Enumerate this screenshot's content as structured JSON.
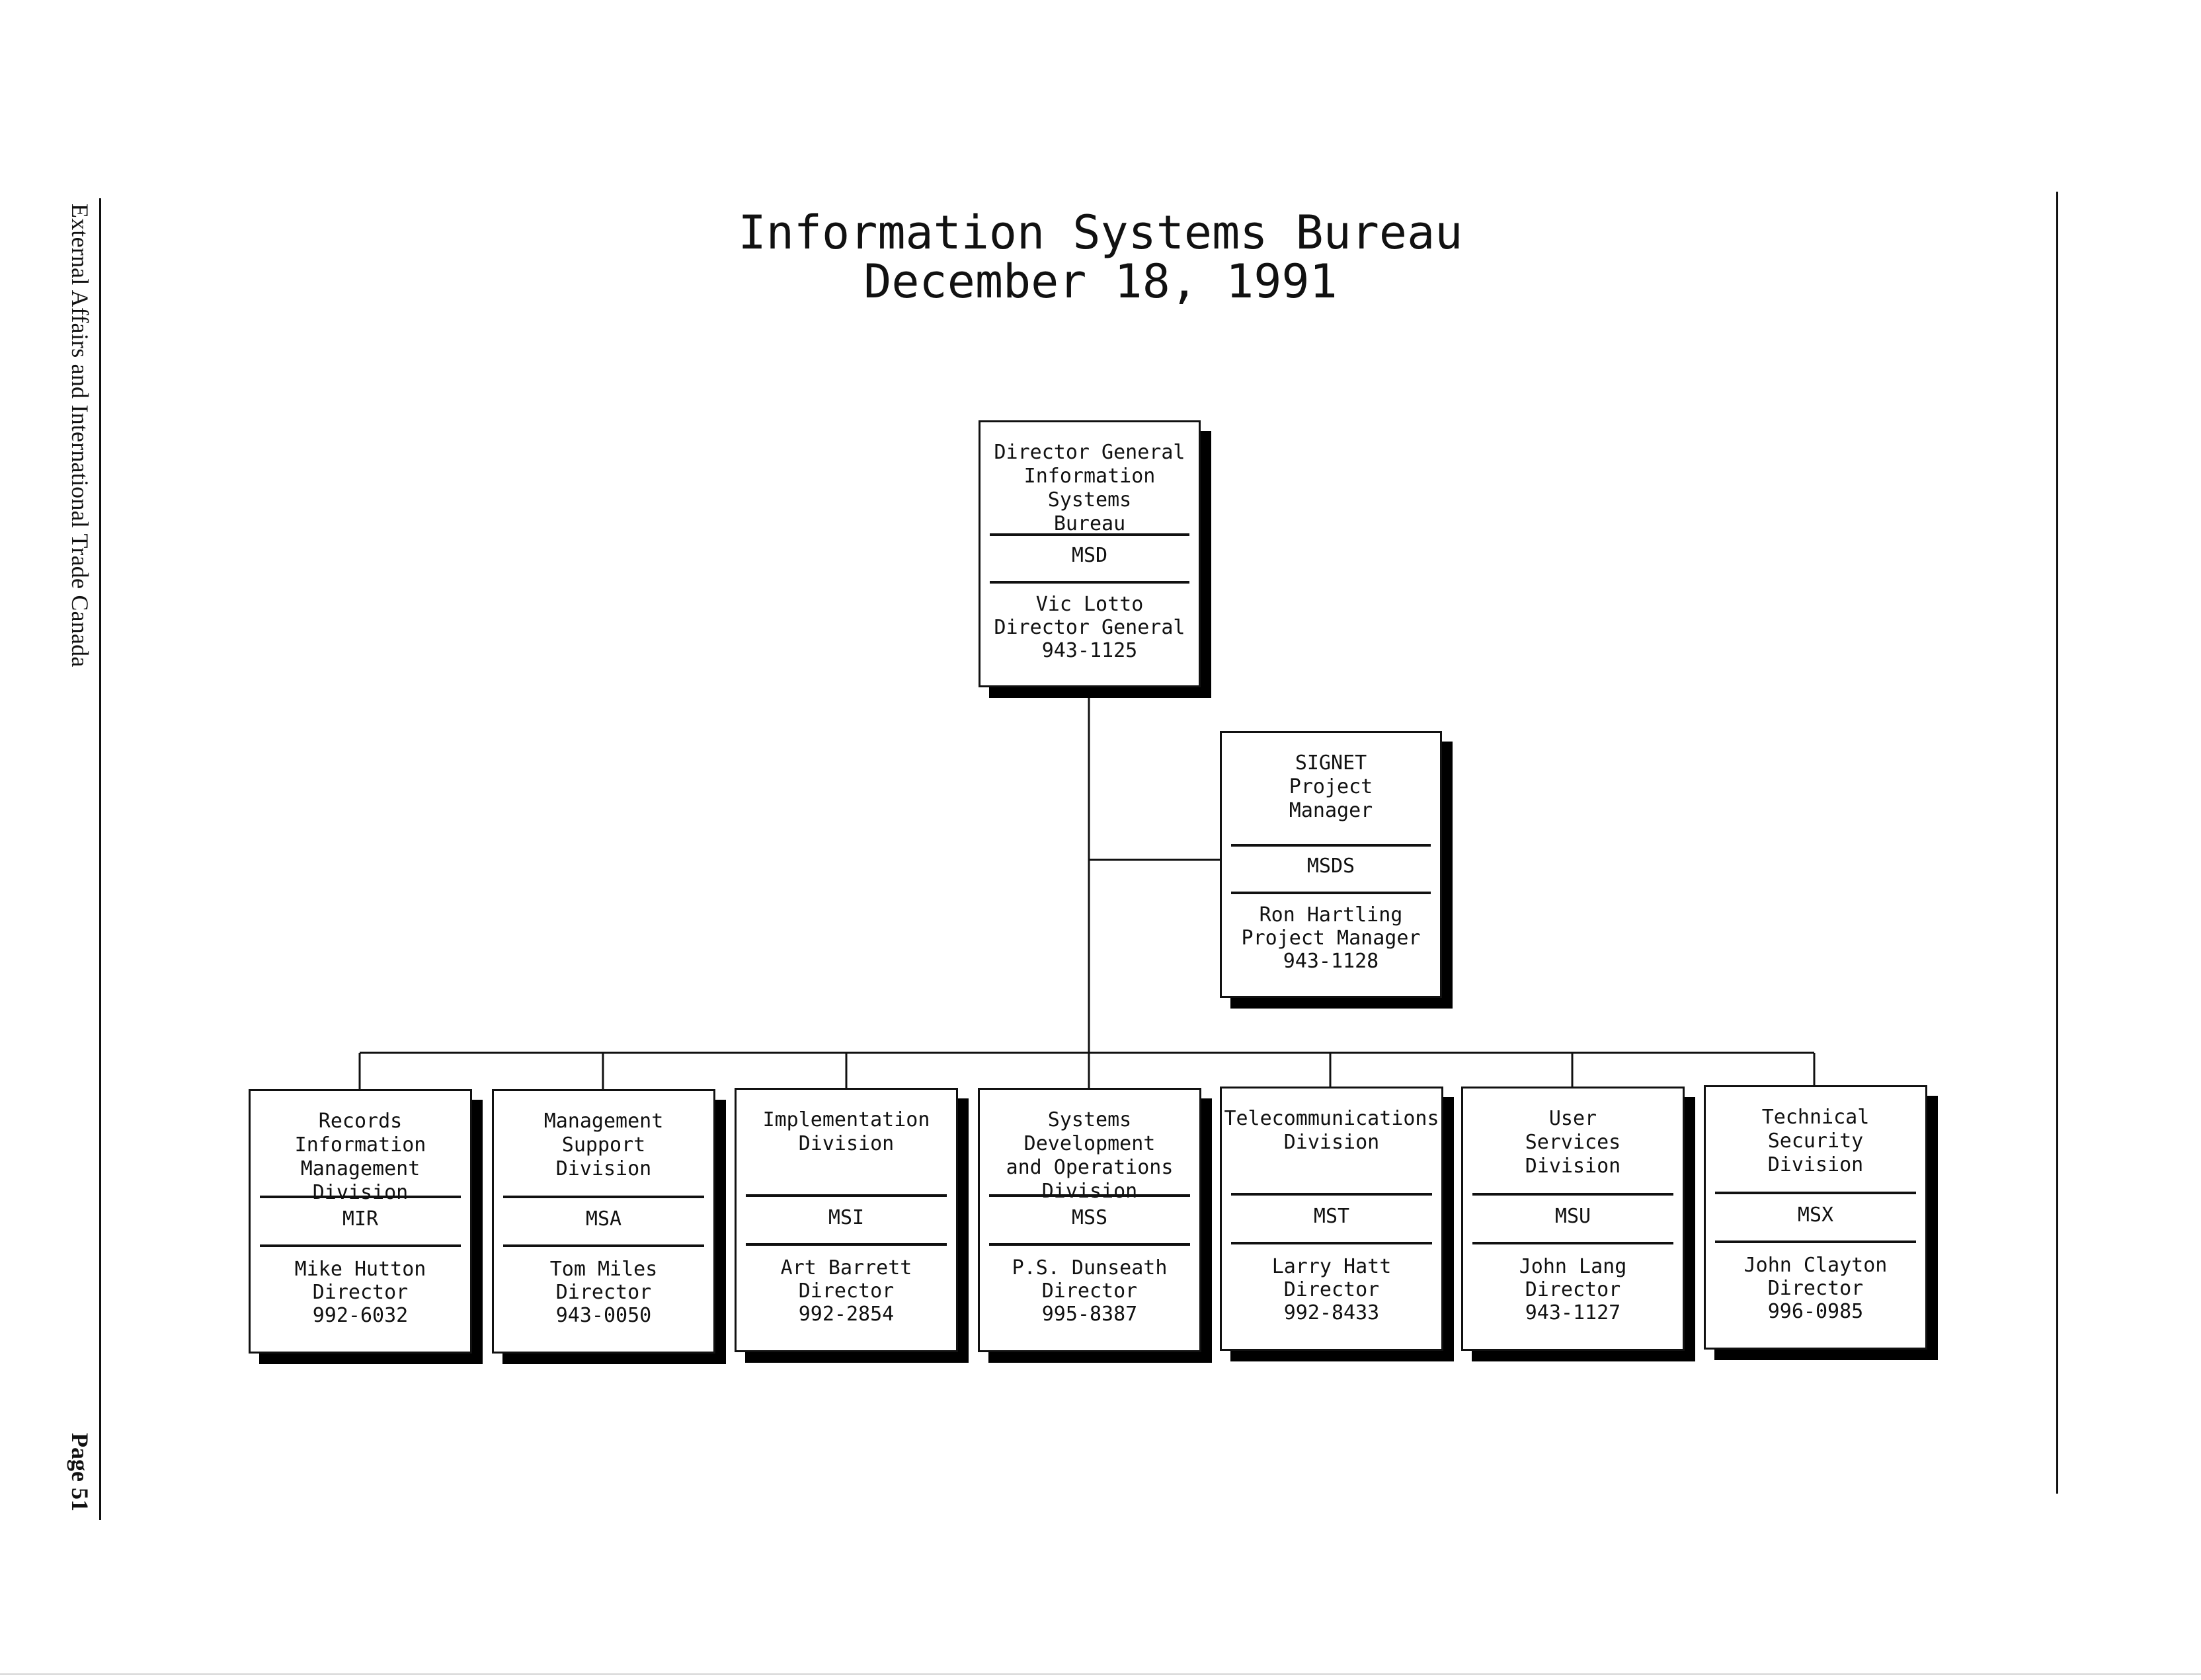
{
  "side": {
    "organization": "External Affairs and International Trade Canada",
    "page": "Page 51"
  },
  "title": {
    "line1": "Information Systems Bureau",
    "line2": "December 18, 1991"
  },
  "director": {
    "unit": "Director General\nInformation Systems\nBureau",
    "code": "MSD",
    "name": "Vic Lotto",
    "role": "Director General",
    "phone": "943-1125"
  },
  "signet": {
    "unit": "SIGNET\nProject\nManager",
    "code": "MSDS",
    "name": "Ron Hartling",
    "role": "Project Manager",
    "phone": "943-1128"
  },
  "divisions": [
    {
      "unit": "Records Information\nManagement\nDivision",
      "code": "MIR",
      "name": "Mike Hutton",
      "role": "Director",
      "phone": "992-6032"
    },
    {
      "unit": "Management\nSupport\nDivision",
      "code": "MSA",
      "name": "Tom Miles",
      "role": "Director",
      "phone": "943-0050"
    },
    {
      "unit": "Implementation\nDivision",
      "code": "MSI",
      "name": "Art Barrett",
      "role": "Director",
      "phone": "992-2854"
    },
    {
      "unit": "Systems Development\nand Operations\nDivision",
      "code": "MSS",
      "name": "P.S. Dunseath",
      "role": "Director",
      "phone": "995-8387"
    },
    {
      "unit": "Telecommunications\nDivision",
      "code": "MST",
      "name": "Larry Hatt",
      "role": "Director",
      "phone": "992-8433"
    },
    {
      "unit": "User\nServices\nDivision",
      "code": "MSU",
      "name": "John Lang",
      "role": "Director",
      "phone": "943-1127"
    },
    {
      "unit": "Technical\nSecurity\nDivision",
      "code": "MSX",
      "name": "John Clayton",
      "role": "Director",
      "phone": "996-0985"
    }
  ]
}
